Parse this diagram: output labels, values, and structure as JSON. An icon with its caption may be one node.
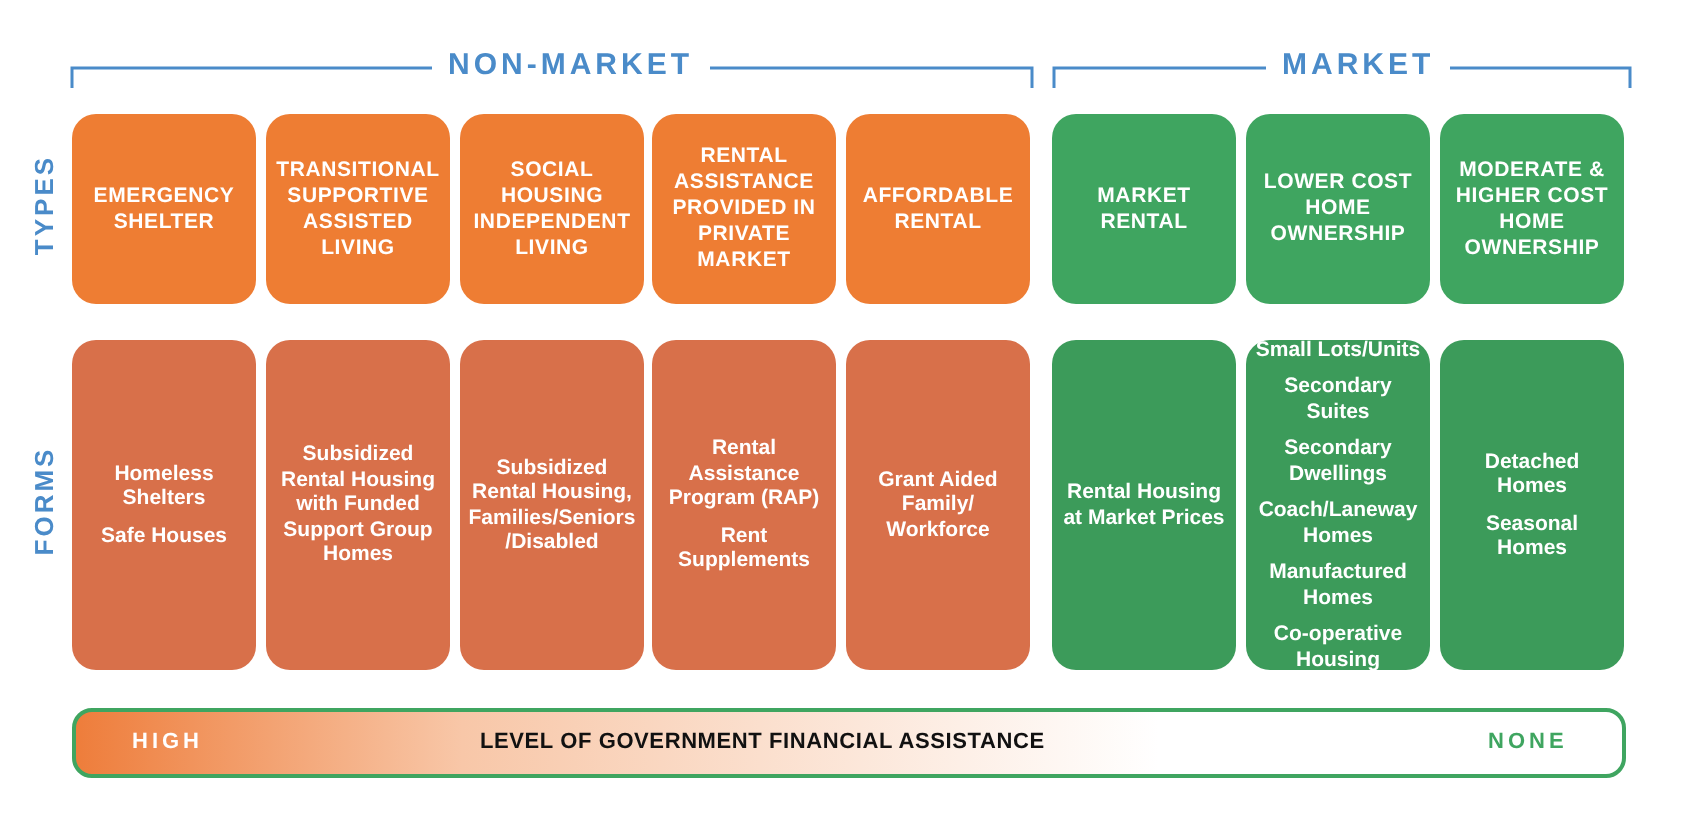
{
  "diagram": {
    "nodes": [
      {
        "text": [
          "EMERGENCY SHELTER"
        ]
      },
      {
        "text": [
          "TRANSITIONAL SUPPORTIVE ASSISTED LIVING"
        ]
      },
      {
        "text": [
          "SOCIAL HOUSING INDEPENDENT LIVING"
        ]
      },
      {
        "text": [
          "RENTAL ASSISTANCE PROVIDED IN PRIVATE MARKET"
        ]
      },
      {
        "text": [
          "AFFORDABLE RENTAL"
        ]
      },
      {
        "text": [
          "MARKET RENTAL"
        ]
      },
      {
        "text": [
          "LOWER COST HOME OWNERSHIP"
        ]
      },
      {
        "text": [
          "MODERATE & HIGHER COST HOME OWNERSHIP"
        ]
      },
      {
        "text": [
          "Homeless Shelters",
          "Safe Houses"
        ]
      },
      {
        "text": [
          "Subsidized Rental Housing with Funded Support Group Homes"
        ]
      },
      {
        "text": [
          "Subsidized Rental Housing, Families/Seniors /Disabled"
        ]
      },
      {
        "text": [
          "Rental Assistance Program (RAP)",
          "Rent Supplements"
        ]
      },
      {
        "text": [
          "Grant Aided Family/ Workforce"
        ]
      },
      {
        "text": [
          "Rental Housing at Market Prices"
        ]
      },
      {
        "text": [
          "Small Lots/Units",
          "Secondary Suites",
          "Secondary Dwellings",
          "Coach/Laneway Homes",
          "Manufactured Homes",
          "Co-operative Housing"
        ]
      },
      {
        "text": [
          "Detached Homes",
          "Seasonal Homes"
        ]
      },
      {
        "text": [
          "HIGH",
          "LEVEL OF GOVERNMENT FINANCIAL ASSISTANCE",
          "NONE"
        ]
      }
    ],
    "labels": [
      "NON-MARKET",
      "MARKET",
      "TYPES",
      "FORMS"
    ]
  }
}
